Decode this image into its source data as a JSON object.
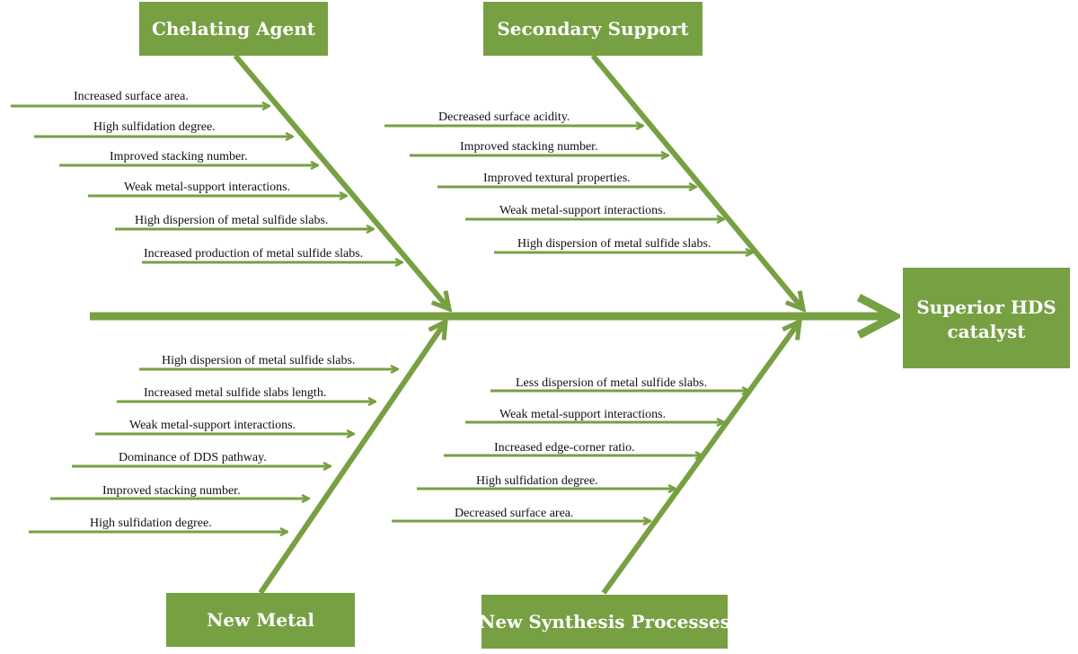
{
  "colors": {
    "accent": "#77a043",
    "text": "#111111",
    "box_text": "#ffffff"
  },
  "effect": {
    "line1": "Superior HDS",
    "line2": "catalyst"
  },
  "categories": {
    "chelating_agent": {
      "label": "Chelating Agent",
      "causes": [
        "Increased surface area.",
        "High sulfidation degree.",
        "Improved stacking number.",
        "Weak metal-support interactions.",
        "High dispersion of metal sulfide slabs.",
        "Increased production of metal sulfide slabs."
      ]
    },
    "secondary_support": {
      "label": "Secondary Support",
      "causes": [
        "Decreased surface acidity.",
        "Improved stacking number.",
        "Improved textural properties.",
        "Weak metal-support interactions.",
        "High dispersion of metal sulfide slabs."
      ]
    },
    "new_metal": {
      "label": "New Metal",
      "causes": [
        "High dispersion of metal sulfide slabs.",
        "Increased metal sulfide slabs length.",
        "Weak metal-support interactions.",
        "Dominance of DDS pathway.",
        "Improved stacking number.",
        "High sulfidation degree."
      ]
    },
    "new_synthesis": {
      "label": "New Synthesis Processes",
      "causes": [
        "Less dispersion of metal sulfide slabs.",
        "Weak metal-support interactions.",
        "Increased edge-corner ratio.",
        "High sulfidation degree.",
        "Decreased surface area."
      ]
    }
  }
}
